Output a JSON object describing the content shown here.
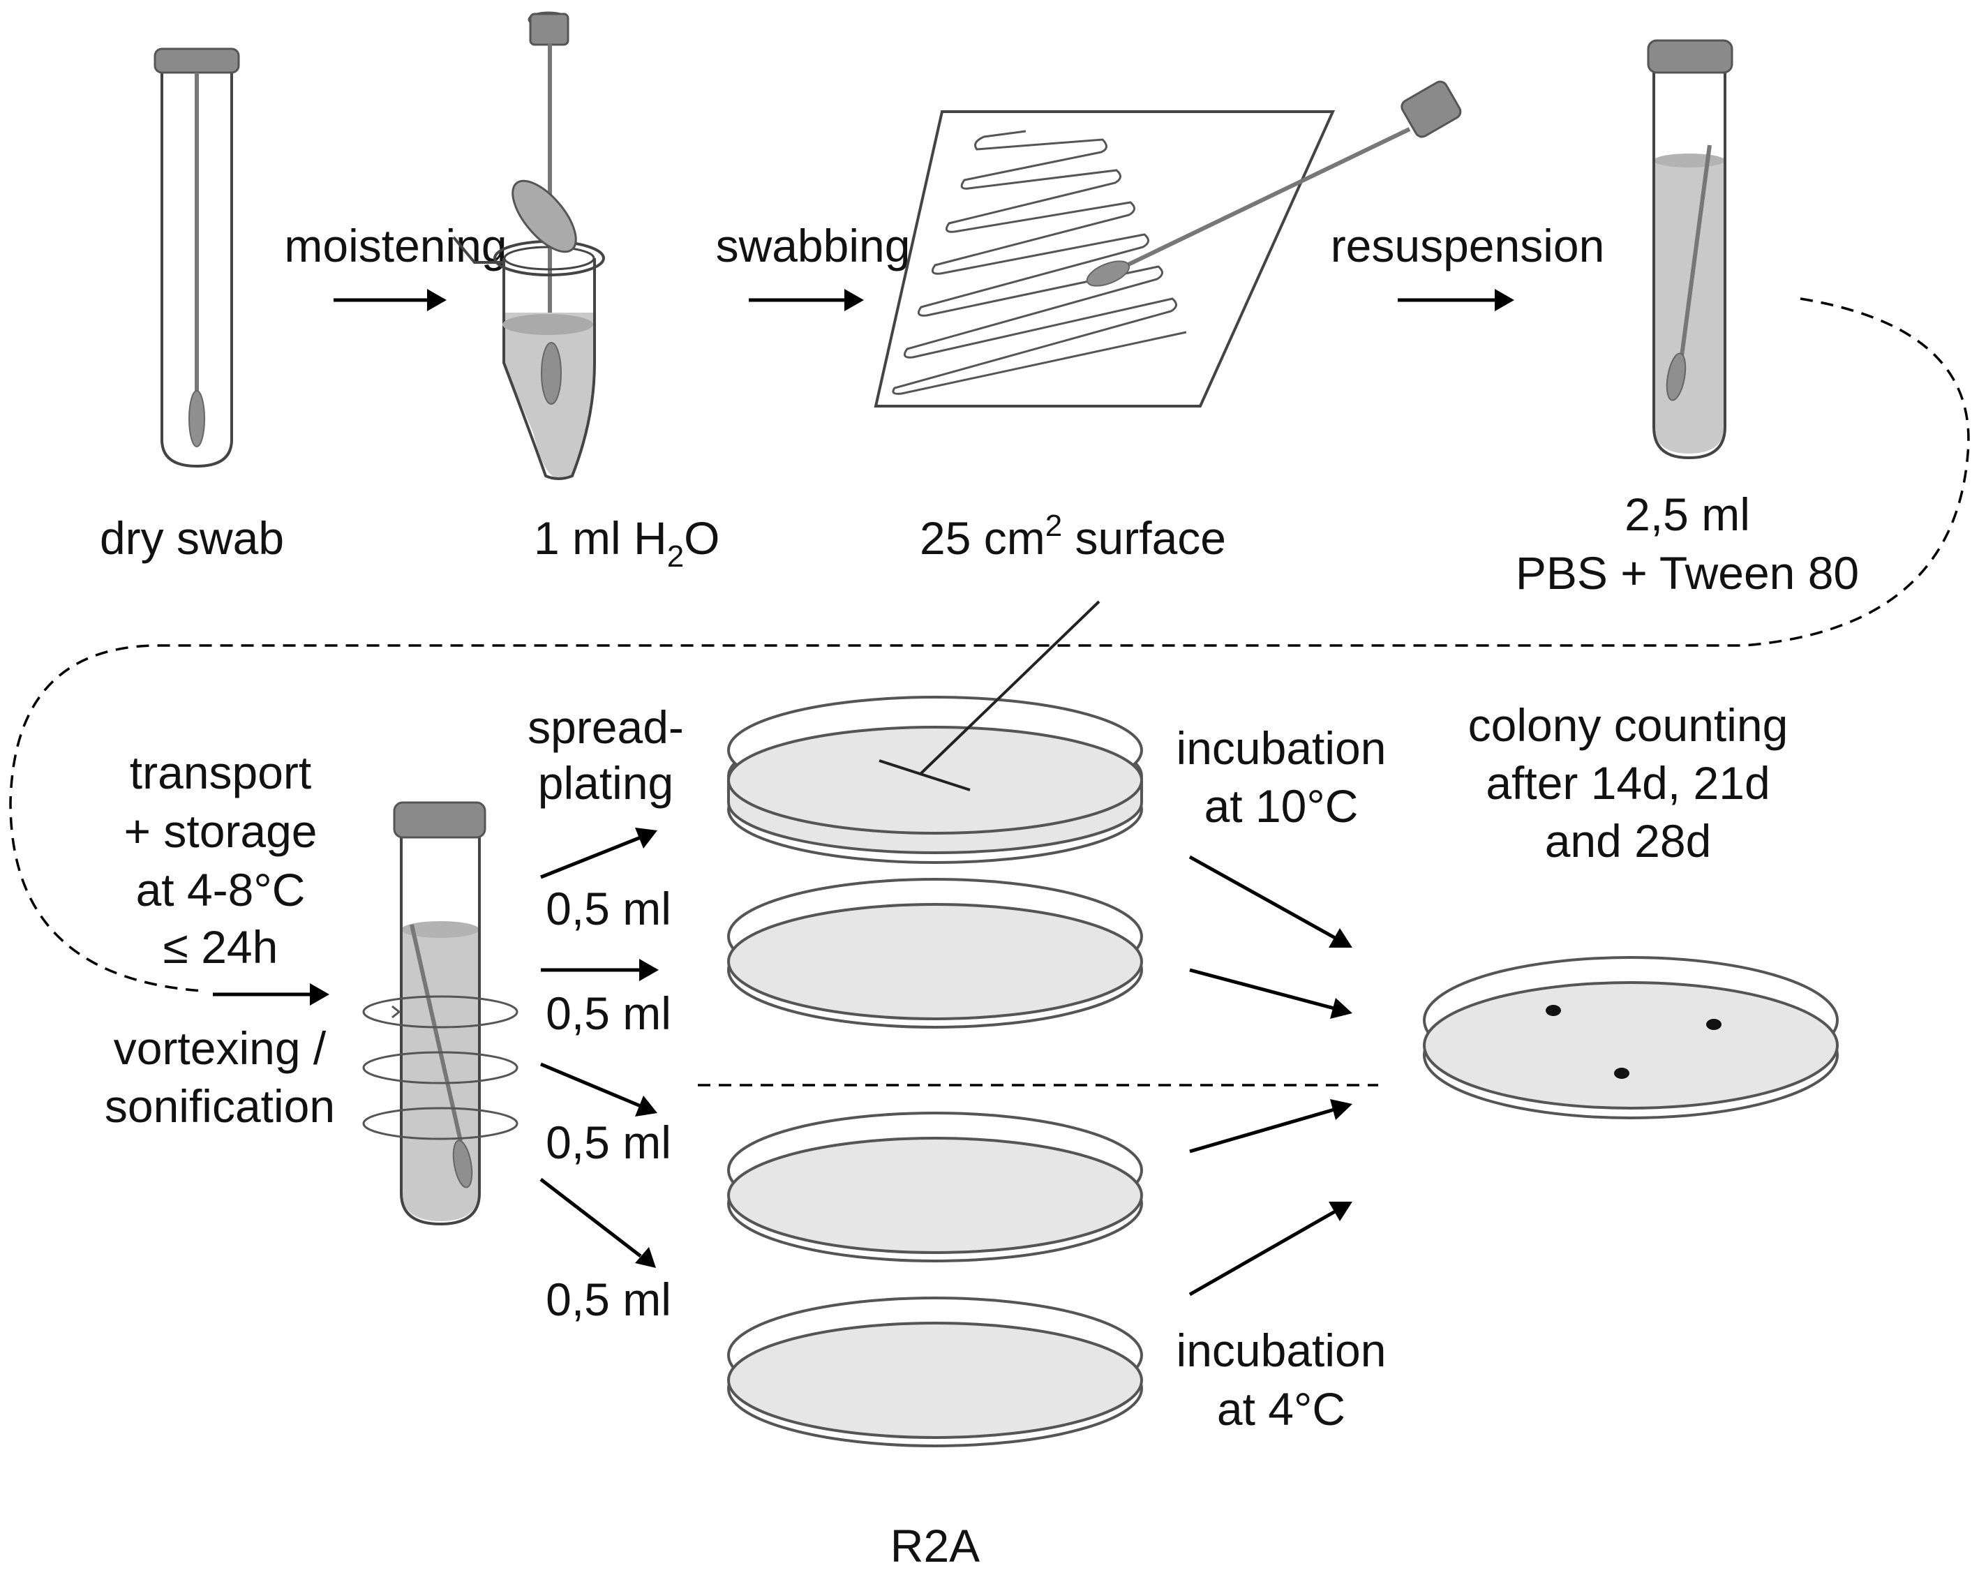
{
  "labels": {
    "dry_swab": "dry swab",
    "moistening": "moistening",
    "water_main": "1 ml H",
    "water_sub": "2",
    "water_end": "O",
    "swabbing": "swabbing",
    "surface_pre": "25 cm",
    "surface_sup": "2",
    "surface_post": " surface",
    "resuspension": "resuspension",
    "volume": "2,5 ml",
    "buffer": "PBS + Tween 80",
    "transport_1": "transport",
    "transport_2": "+ storage",
    "transport_3": "at 4-8°C",
    "transport_4": "≤ 24h",
    "vortex_1": "vortexing /",
    "vortex_2": "sonification",
    "spread_1": "spread-",
    "spread_2": "plating",
    "aliquot_1": "0,5 ml",
    "aliquot_2": "0,5 ml",
    "aliquot_3": "0,5 ml",
    "aliquot_4": "0,5 ml",
    "inc10_1": "incubation",
    "inc10_2": "at 10°C",
    "inc4_1": "incubation",
    "inc4_2": "at 4°C",
    "count_1": "colony counting",
    "count_2": "after 14d, 21d",
    "count_3": "and 28d",
    "medium": "R2A"
  }
}
